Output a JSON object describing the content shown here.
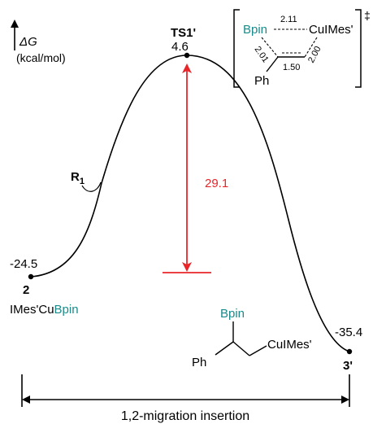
{
  "axis": {
    "symbol": "ΔG",
    "units": "(kcal/mol)"
  },
  "colors": {
    "curve": "#000000",
    "barrier": "#e8262a",
    "boron": "#1a8a8a"
  },
  "states": {
    "reactant": {
      "label": "2",
      "energy": "-24.5",
      "formula_pre": "IMes'Cu",
      "formula_b": "Bpin"
    },
    "ts": {
      "label": "TS1'",
      "energy": "4.6"
    },
    "product": {
      "label": "3'",
      "energy": "-35.4"
    }
  },
  "curve_annotation": {
    "letter": "R",
    "subscript": "1"
  },
  "barrier": {
    "value": "29.1"
  },
  "ts_structure": {
    "bpin": "Bpin",
    "cu": "CuIMes'",
    "ph": "Ph",
    "d_b_cu": "2.11",
    "d_b_c": "2.01",
    "d_cu_c": "2.00",
    "d_c_c": "1.50",
    "dagger": "‡"
  },
  "product_structure": {
    "bpin": "Bpin",
    "ph": "Ph",
    "cu": "CuIMes'"
  },
  "bottom_label": "1,2-migration insertion"
}
